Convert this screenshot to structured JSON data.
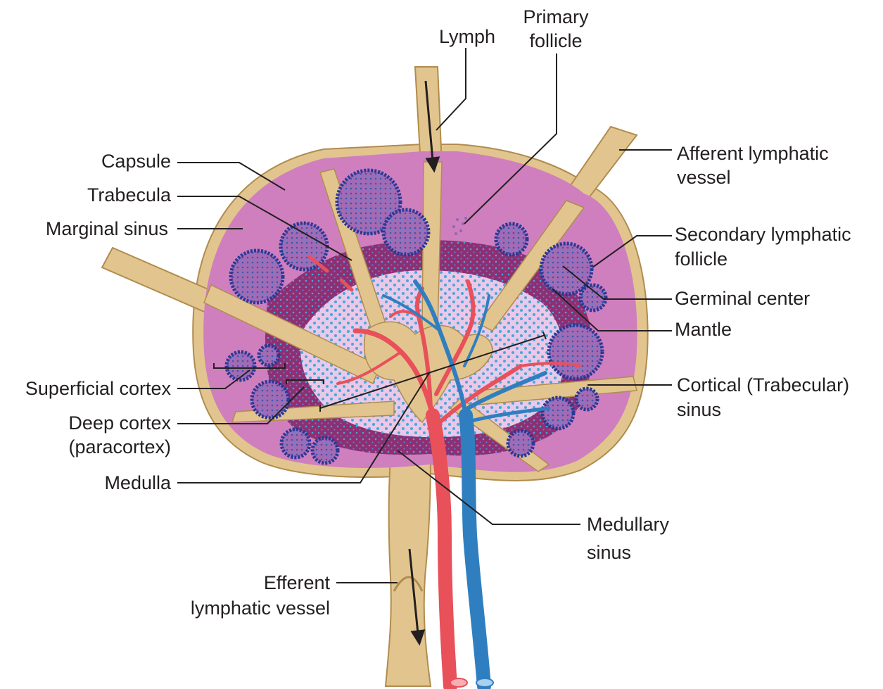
{
  "labels": {
    "lymph": "Lymph",
    "primary_follicle_1": "Primary",
    "primary_follicle_2": "follicle",
    "afferent_1": "Afferent lymphatic",
    "afferent_2": "vessel",
    "capsule": "Capsule",
    "trabecula": "Trabecula",
    "marginal_sinus": "Marginal sinus",
    "secondary_1": "Secondary lymphatic",
    "secondary_2": "follicle",
    "germinal_center": "Germinal center",
    "mantle": "Mantle",
    "superficial_cortex": "Superficial cortex",
    "deep_cortex_1": "Deep cortex",
    "deep_cortex_2": "(paracortex)",
    "cortical_sinus_1": "Cortical (Trabecular)",
    "cortical_sinus_2": "sinus",
    "medulla": "Medulla",
    "medullary_sinus_1": "Medullary",
    "medullary_sinus_2": "sinus",
    "efferent_1": "Efferent",
    "efferent_2": "lymphatic vessel"
  },
  "colors": {
    "capsule": "#e2c58e",
    "capsule_edge": "#b08c4e",
    "cortex": "#cf7fbe",
    "paracortex": "#8f2f73",
    "medulla_bg": "#e8c9ea",
    "lymphocyte_dot": "#4aa6d6",
    "follicle": "#4a5bb0",
    "follicle_edge": "#2a3896",
    "artery": "#e8505a",
    "vein": "#2f7fc0"
  }
}
